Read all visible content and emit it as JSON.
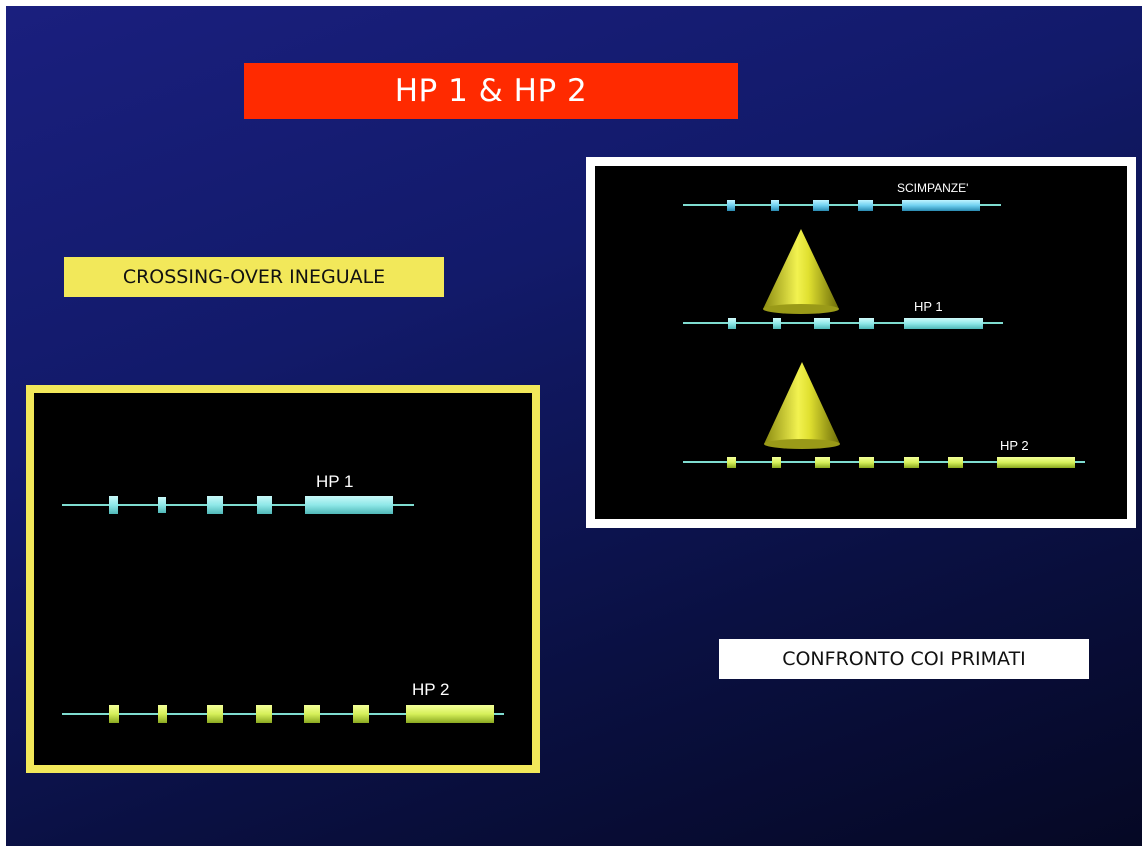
{
  "title": "HP 1 & HP 2",
  "crossing_label": "CROSSING-OVER INEGUALE",
  "confronto_label": "CONFRONTO COI PRIMATI",
  "left_diagram": {
    "rows": [
      {
        "label": "HP 1",
        "color": "#8fe8e8"
      },
      {
        "label": "HP 2",
        "color": "#d6f05a"
      }
    ]
  },
  "right_diagram": {
    "rows": [
      {
        "label": "SCIMPANZE'",
        "color": "#6fd0f0"
      },
      {
        "label": "HP 1",
        "color": "#8fe8e8"
      },
      {
        "label": "HP 2",
        "color": "#d6f05a"
      }
    ]
  },
  "colors": {
    "title_bar": "#ff2a00",
    "label_yellow": "#f2e85a",
    "cone": "#e6e630"
  }
}
